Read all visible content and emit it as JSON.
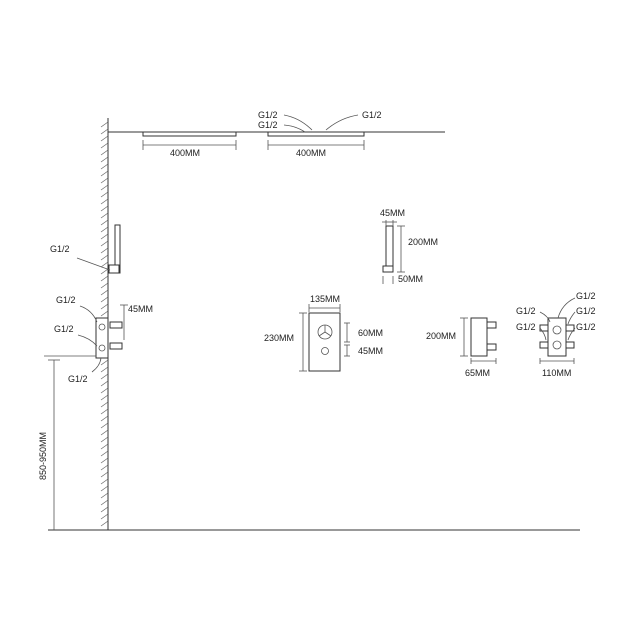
{
  "labels": {
    "top_g1": "G1/2",
    "top_g2": "G1/2",
    "top_g3": "G1/2",
    "dim_400_left": "400MM",
    "dim_400_right": "400MM",
    "hand_g": "G1/2",
    "hand_45": "45MM",
    "hand_200": "200MM",
    "hand_50": "50MM",
    "valve_g1": "G1/2",
    "valve_g2": "G1/2",
    "valve_g3": "G1/2",
    "valve_45": "45MM",
    "height": "850-950MM",
    "panel_135": "135MM",
    "panel_230": "230MM",
    "panel_60": "60MM",
    "panel_45": "45MM",
    "side_200": "200MM",
    "side_65": "65MM",
    "front_g_tl": "G1/2",
    "front_g_tr1": "G1/2",
    "front_g_tr2": "G1/2",
    "front_g_bl": "G1/2",
    "front_g_br": "G1/2",
    "front_110": "110MM"
  },
  "colors": {
    "line": "#333333",
    "background": "#ffffff"
  }
}
